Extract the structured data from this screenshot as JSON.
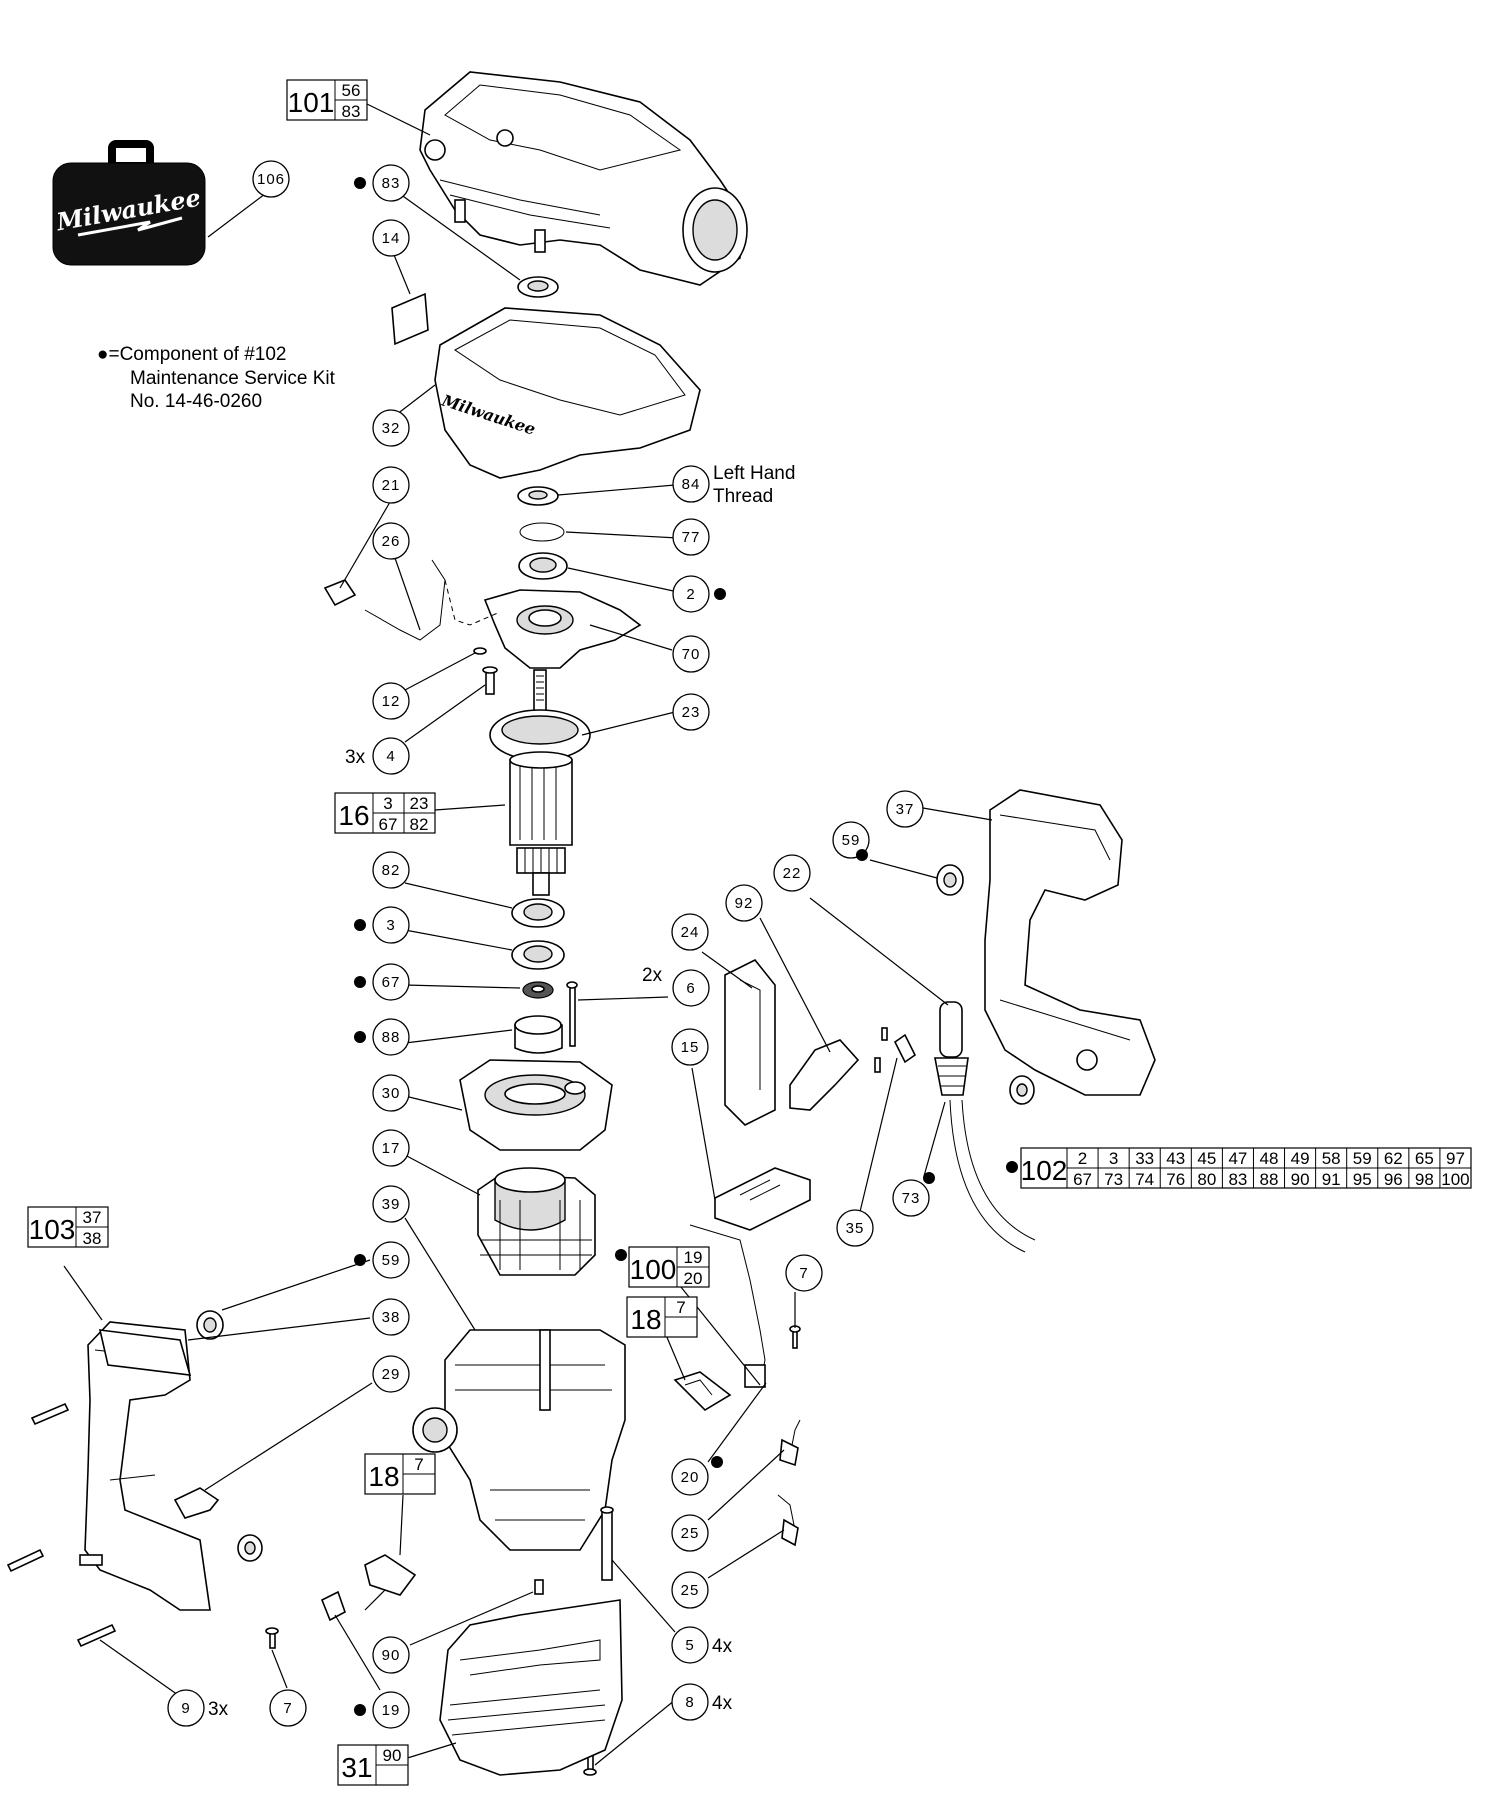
{
  "legend": {
    "bullet": "●",
    "line1": "=Component of #102",
    "line2": "Maintenance Service Kit",
    "line3": "No. 14-46-0260"
  },
  "case_logo": "Milwaukee",
  "shroud_logo": "Milwaukee",
  "note_84": {
    "line1": "Left Hand",
    "line2": "Thread"
  },
  "multipliers": {
    "m4": "3x",
    "m6": "2x",
    "m5": "4x",
    "m8": "4x",
    "m9": "3x"
  },
  "callouts": {
    "c106": "106",
    "c83": "83",
    "c14": "14",
    "c32": "32",
    "c84": "84",
    "c77": "77",
    "c2": "2",
    "c70": "70",
    "c21": "21",
    "c26": "26",
    "c12": "12",
    "c4": "4",
    "c23": "23",
    "c82": "82",
    "c3": "3",
    "c67": "67",
    "c88": "88",
    "c6": "6",
    "c30": "30",
    "c17": "17",
    "c39": "39",
    "c59a": "59",
    "c38": "38",
    "c29": "29",
    "c24": "24",
    "c92": "92",
    "c22": "22",
    "c37": "37",
    "c59b": "59",
    "c15": "15",
    "c35": "35",
    "c73": "73",
    "c7a": "7",
    "c20": "20",
    "c25a": "25",
    "c25b": "25",
    "c5": "5",
    "c90": "90",
    "c8": "8",
    "c9": "9",
    "c7b": "7",
    "c19": "19"
  },
  "assemblies": {
    "a101": {
      "main": "101",
      "top": "56",
      "bottom": "83"
    },
    "a16": {
      "main": "16",
      "r1": [
        "3",
        "23"
      ],
      "r2": [
        "67",
        "82"
      ]
    },
    "a103": {
      "main": "103",
      "top": "37",
      "bottom": "38"
    },
    "a100": {
      "main": "100",
      "top": "19",
      "bottom": "20"
    },
    "a18a": {
      "main": "18",
      "top": "7",
      "bottom": ""
    },
    "a18b": {
      "main": "18",
      "top": "7",
      "bottom": ""
    },
    "a31": {
      "main": "31",
      "top": "90",
      "bottom": ""
    },
    "a102": {
      "main": "102",
      "row1": [
        "2",
        "3",
        "33",
        "43",
        "45",
        "47",
        "48",
        "49",
        "58",
        "59",
        "62",
        "65",
        "97"
      ],
      "row2": [
        "67",
        "73",
        "74",
        "76",
        "80",
        "83",
        "88",
        "90",
        "91",
        "95",
        "96",
        "98",
        "100"
      ]
    }
  }
}
